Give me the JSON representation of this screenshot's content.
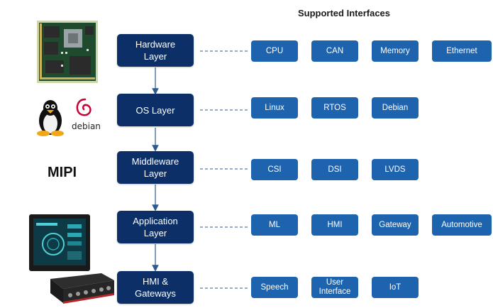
{
  "heading": "Supported Interfaces",
  "layers": [
    {
      "label": "Hardware\nLayer",
      "interfaces": [
        "CPU",
        "CAN",
        "Memory",
        "Ethernet"
      ]
    },
    {
      "label": "OS Layer",
      "interfaces": [
        "Linux",
        "RTOS",
        "Debian"
      ]
    },
    {
      "label": "Middleware\nLayer",
      "interfaces": [
        "CSI",
        "DSI",
        "LVDS"
      ]
    },
    {
      "label": "Application\nLayer",
      "interfaces": [
        "ML",
        "HMI",
        "Gateway",
        "Automotive"
      ]
    },
    {
      "label": "HMI &\nGateways",
      "interfaces": [
        "Speech",
        "User\nInterface",
        "IoT"
      ]
    }
  ],
  "left_images": {
    "debian_label": "debian",
    "mipi_label": "MIPI"
  },
  "colors": {
    "layer_box": "#0b2f66",
    "interface_box": "#1e63ad",
    "connector": "#2c5a8f"
  }
}
